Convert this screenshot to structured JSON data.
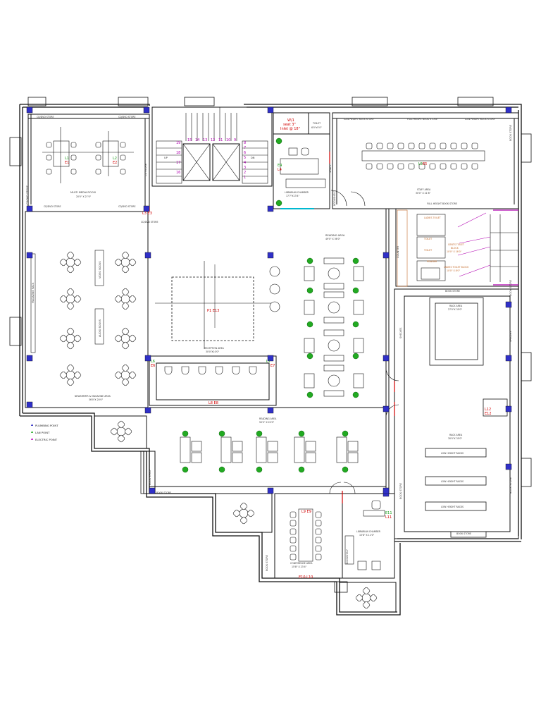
{
  "rooms": {
    "multi_media": "MULTI MEDIA ROOM",
    "multi_media_dim": "20'0\" X 27'0\"",
    "cd_dvd_store_top": "CD/DVD STORE",
    "cd_dvd_store_bl": "CD/DVD STORE",
    "cd_dvd_store_br": "CD/DVD STORE",
    "cd_dvd_store_left": "CD/DVD STORE",
    "cd_dvd_store_corner": "CD/DVD STORE",
    "toilet": "TOILET",
    "toilet_dim": "6'0\"x5'0\"",
    "librarian_top": "LIBRARIAN CHAMBER",
    "librarian_top_dim": "17'7\"X13'4\"",
    "staff_area": "STAFF AREA",
    "staff_area_dim": "30'0\" X 21'8\"",
    "low_height_book_store_1": "LOW HEIGHT BOOK STORE",
    "full_height_book_store_top": "FULL HEIGHT BOOK STORE",
    "low_height_book_store_2": "LOW HEIGHT BOOK STORE",
    "full_height_book_store_mid": "FULL HEIGHT BOOK STORE",
    "reading_area_top": "READING AREA",
    "reading_area_top_dim": "49'0\" X 36'0\"",
    "reception": "RECEPTION AREA",
    "reception_dim": "30'0\"X10'0\"",
    "newspaper": "NEWSPAPER & MAGAZINE AREA",
    "newspaper_dim": "36'0\"X 20'0\"",
    "reading_area_mid": "READING AREA",
    "reading_area_mid_dim": "50'0\" X 20'0\"",
    "book_store_a": "BOOK STORE",
    "book_store_b": "BOOK STORE",
    "book_store_c": "BOOK STORE",
    "rack_area": "RACK AREA",
    "rack_area_dim": "27'0\"X 35'0\"",
    "rack_area_2": "RACK AREA",
    "rack_area_2_dim": "30'0\"X 35'0\"",
    "conference": "CONFERENCE AREA",
    "conference_dim": "15'8\" X 23'4\"",
    "librarian_bottom": "LIBRARIAN CHAMBER",
    "librarian_bottom_dim": "15'8\" X 11'0\"",
    "ladies_toilet": "LADIES TOILET",
    "gents_toilet": "GENTS TOILET",
    "gents_toilet_block": "BLOCK",
    "gents_toilet_dim": "10'0\" X 16'0\"",
    "ladies_toilet_block": "LADIES TOILET BLOCK",
    "ladies_toilet_dim": "10'0\" X 8'0\"",
    "toilet_small_1": "TOILET",
    "toilet_small_2": "TOILET",
    "powder": "POWDER",
    "shaft": "SHAFT",
    "counter": "COUNTER",
    "nurse": "NURSE",
    "low_height_racks_1": "LOW HEIGHT RACKS",
    "low_height_racks_2": "LOW HEIGHT RACKS",
    "low_height_racks_3": "LOW HEIGHT RACKS",
    "video_books": "VIDEO BOOKS",
    "audio_books": "AUDIO BOOKS",
    "shelves_left": "SHELVES",
    "shelves_right": "SHELVES",
    "bookshelf": "BOOKSHELF",
    "book_store_v1": "BOOK STORE",
    "cd_store": "CD STORE",
    "staircase_up": "UP",
    "staircase_dn": "DN",
    "lift_lobby": "LIFT LOBBY",
    "magazine_rack": "MAGAZINE RACK",
    "book_store_v2": "BOOK STORE",
    "book_store_v3": "BOOK STORE",
    "reading_shelf": "BOOK SHELF",
    "bookshelf_v2": "BOOKSHELF",
    "book_store_v4": "BOOK STORE",
    "book_store_v5": "BOOK STORE"
  },
  "annotations": {
    "w_note_1": "W/1",
    "w_note_2": "seat 3\"",
    "w_note_3": "Inlet @ 18\"",
    "l1": "L1",
    "e1": "E1",
    "l2": "L2",
    "e2": "E2",
    "l3e3": "L3 E3",
    "l4": "L4",
    "e4": "E4",
    "l5": "L5",
    "e5": "E5",
    "p1e13": "P1 E13",
    "l6": "L6",
    "e6": "E6",
    "l7": "L7",
    "e7": "E7",
    "l8e8": "L8 E8",
    "l9e9": "L9 E9",
    "l10e10": "E10 L10",
    "l11": "L11",
    "e11": "E11",
    "l12": "L12",
    "e12": "E12",
    "lift_nums": [
      "19",
      "18",
      "17",
      "16",
      "15",
      "14",
      "13",
      "12",
      "11",
      "10",
      "9",
      "8",
      "7",
      "6",
      "5",
      "4",
      "3",
      "2",
      "1"
    ]
  },
  "legend": {
    "items": [
      {
        "label": "PLUMBING POINT",
        "color": "#2020c0"
      },
      {
        "label": "LAN POINT",
        "color": "#22aa22"
      },
      {
        "label": "ELECTRIC POINT",
        "color": "#c000c0"
      }
    ]
  },
  "colors": {
    "wall": "#111111",
    "column": "#3030c8",
    "tree": "#22aa22",
    "red_mark": "#d00000",
    "magenta": "#b000b0",
    "cyan": "#00b8d0",
    "orange": "#c46a2a"
  }
}
